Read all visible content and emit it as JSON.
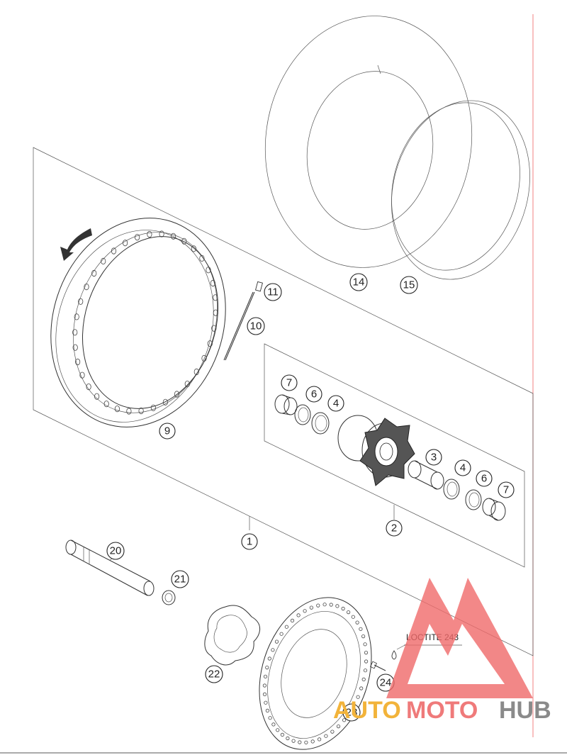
{
  "callouts": {
    "c1": "1",
    "c2": "2",
    "c3": "3",
    "c4a": "4",
    "c4b": "4",
    "c6a": "6",
    "c6b": "6",
    "c7a": "7",
    "c7b": "7",
    "c9": "9",
    "c10": "10",
    "c11": "11",
    "c14": "14",
    "c15": "15",
    "c20": "20",
    "c21": "21",
    "c22": "22",
    "c23": "23",
    "c24": "24"
  },
  "annotation": {
    "loctite": "LOCTITE 243"
  },
  "watermark": {
    "part1": "AUTO",
    "part2": "MOTO",
    "part3": "HUB",
    "colors": {
      "auto": "#f2b33a",
      "moto": "#ef7a7a",
      "hub": "#8a8a8a",
      "logo": "#f06a6a"
    }
  }
}
